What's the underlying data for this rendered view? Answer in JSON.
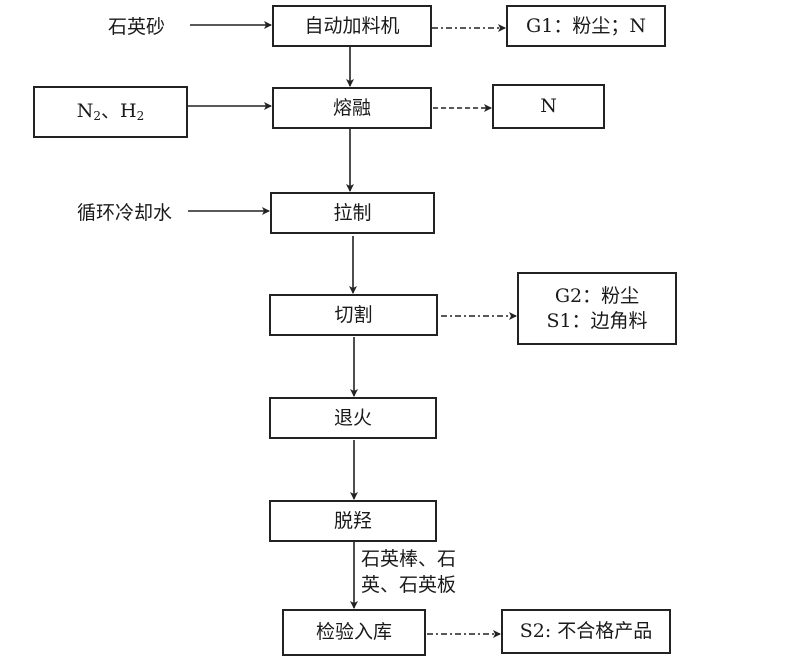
{
  "inputs": {
    "quartz_sand": "石英砂",
    "gas_n": "N",
    "gas_sub": "2",
    "gas_sep": "、",
    "gas_h": "H",
    "cooling_water": "循环冷却水"
  },
  "process_steps": [
    {
      "id": "feeder",
      "label": "自动加料机"
    },
    {
      "id": "melting",
      "label": "熔融"
    },
    {
      "id": "drawing",
      "label": "拉制"
    },
    {
      "id": "cutting",
      "label": "切割"
    },
    {
      "id": "annealing",
      "label": "退火"
    },
    {
      "id": "dehydroxylation",
      "label": "脱羟"
    },
    {
      "id": "inspection",
      "label": "检验入库"
    }
  ],
  "outputs": {
    "feeder_emission": "G1：粉尘；N",
    "melting_emission": "N",
    "cutting_emission_gas": "G2：粉尘",
    "cutting_emission_solid": "S1：边角料",
    "inspection_waste": "S2: 不合格产品"
  },
  "product_label_line1": "石英棒、石",
  "product_label_line2": "英、石英板"
}
